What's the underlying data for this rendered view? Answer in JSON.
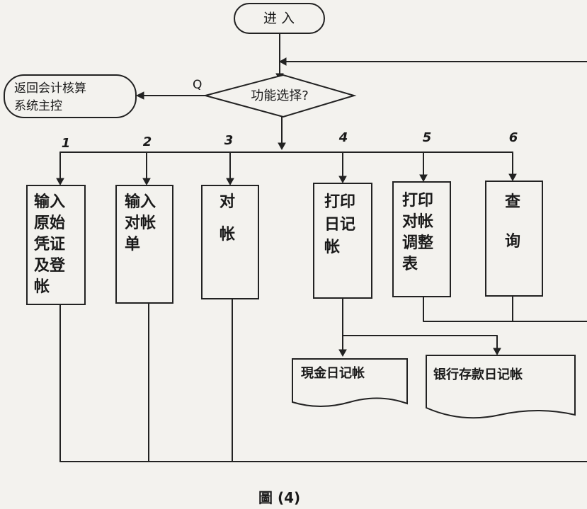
{
  "start_label": "进 入",
  "decision_label": "功能选择?",
  "return_label": [
    "返回会计核算",
    "系统主控"
  ],
  "return_branch_label": "Q",
  "options": [
    {
      "num": "1",
      "lines": [
        "输入",
        "原始",
        "凭证",
        "及登",
        "帐"
      ]
    },
    {
      "num": "2",
      "lines": [
        "输入",
        "对帐",
        "单"
      ]
    },
    {
      "num": "3",
      "lines": [
        "对",
        "帐"
      ]
    },
    {
      "num": "4",
      "lines": [
        "打印",
        "日记",
        "帐"
      ]
    },
    {
      "num": "5",
      "lines": [
        "打印",
        "对帐",
        "调整",
        "表"
      ]
    },
    {
      "num": "6",
      "lines": [
        "查",
        "询"
      ]
    }
  ],
  "documents": [
    "現金日记帐",
    "银行存款日记帐"
  ],
  "caption": "圖 (4)"
}
